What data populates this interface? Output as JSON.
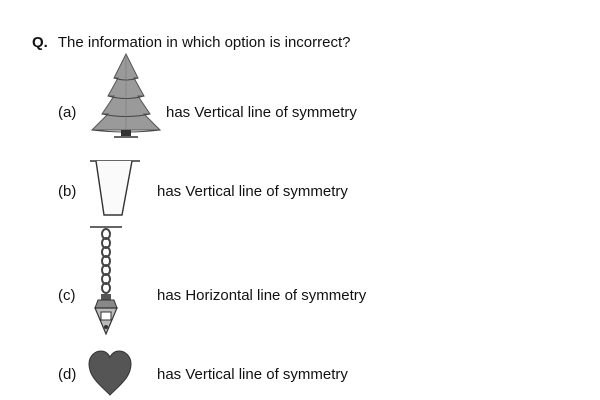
{
  "question": {
    "label": "Q.",
    "text": "The information in which option is incorrect?"
  },
  "options": [
    {
      "label": "(a)",
      "figure_icon": "tree-icon",
      "text": "has Vertical line of symmetry"
    },
    {
      "label": "(b)",
      "figure_icon": "cup-icon",
      "text": "has Vertical line of symmetry"
    },
    {
      "label": "(c)",
      "figure_icon": "chain-pendant-icon",
      "text": "has Horizontal line of symmetry"
    },
    {
      "label": "(d)",
      "figure_icon": "heart-icon",
      "text": "has Vertical line of symmetry"
    }
  ]
}
